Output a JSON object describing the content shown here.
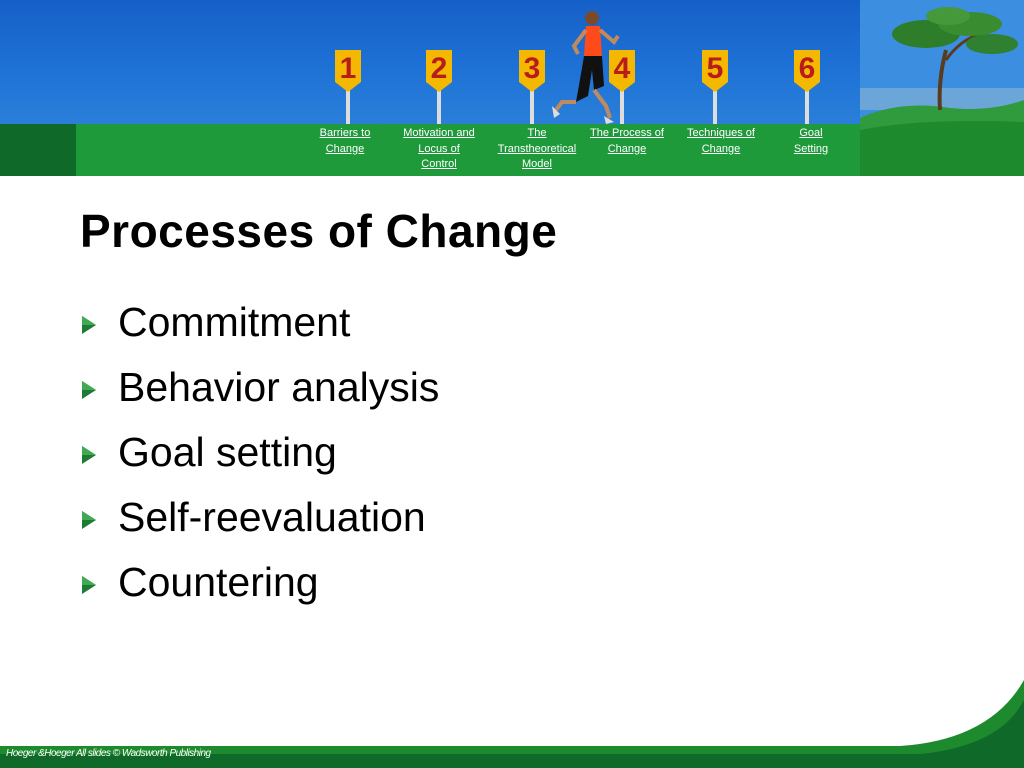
{
  "nav": {
    "items": [
      {
        "number": "1",
        "label_lines": [
          "Barriers to",
          "Change"
        ]
      },
      {
        "number": "2",
        "label_lines": [
          "Motivation and",
          "Locus of",
          "Control"
        ]
      },
      {
        "number": "3",
        "label_lines": [
          "The",
          "Transtheoretical",
          "Model"
        ]
      },
      {
        "number": "4",
        "label_lines": [
          "The Process of",
          "Change"
        ]
      },
      {
        "number": "5",
        "label_lines": [
          "Techniques of",
          "Change"
        ]
      },
      {
        "number": "6",
        "label_lines": [
          "Goal",
          "Setting"
        ]
      }
    ]
  },
  "slide": {
    "title": "Processes of Change",
    "bullets": [
      "Commitment",
      "Behavior analysis",
      "Goal setting",
      "Self-reevaluation",
      "Countering"
    ]
  },
  "footer": {
    "credit": "Hoeger &Hoeger All slides © Wadsworth Publishing"
  },
  "colors": {
    "sky": "#1f73d6",
    "band_green": "#1e9a3a",
    "dark_green": "#0f6a2a",
    "sign_yellow": "#f5b800",
    "bullet_green": "#1e7a34"
  },
  "icons": {
    "bullet": "triangle-right-icon",
    "runner": "runner-icon",
    "tree": "tree-icon"
  }
}
